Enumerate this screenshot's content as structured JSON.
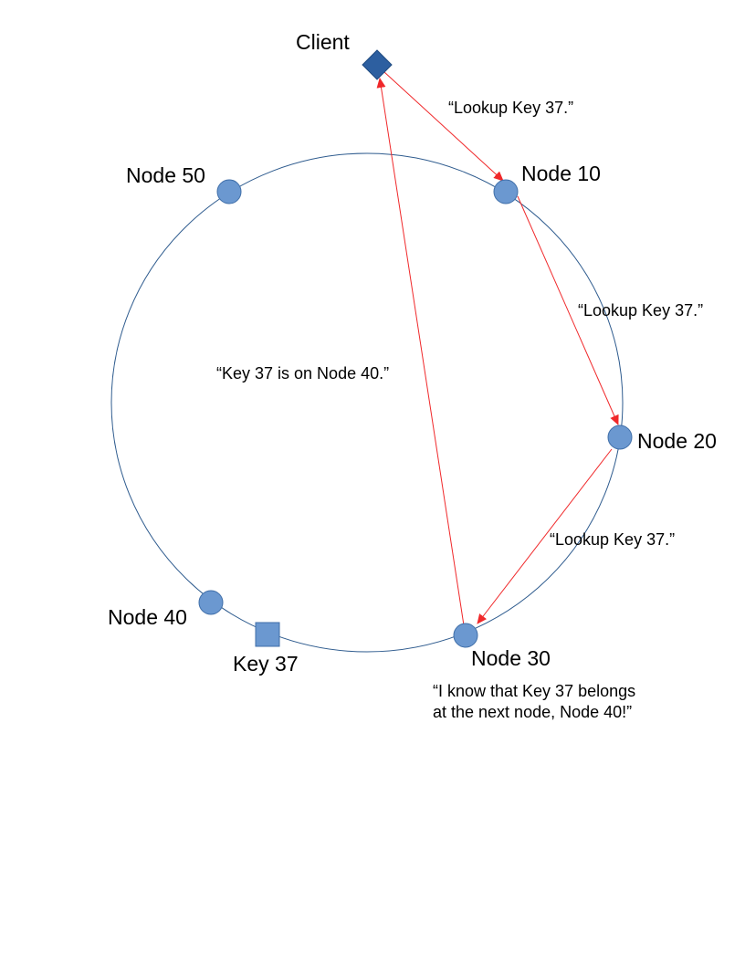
{
  "diagram": {
    "colors": {
      "ring": "#2e5b8e",
      "node_fill": "#6b98d0",
      "node_stroke": "#3f6ea8",
      "client_fill": "#2d5fa0",
      "arrow": "#f0282a"
    },
    "client": {
      "label": "Client",
      "shape": "diamond"
    },
    "nodes": [
      {
        "id": "node-10",
        "label": "Node 10"
      },
      {
        "id": "node-20",
        "label": "Node 20"
      },
      {
        "id": "node-30",
        "label": "Node 30"
      },
      {
        "id": "node-40",
        "label": "Node 40"
      },
      {
        "id": "node-50",
        "label": "Node 50"
      }
    ],
    "key": {
      "label": "Key 37",
      "shape": "square"
    },
    "messages": [
      {
        "from": "client",
        "to": "node-10",
        "text": "“Lookup Key 37.”"
      },
      {
        "from": "node-10",
        "to": "node-20",
        "text": "“Lookup Key 37.”"
      },
      {
        "from": "node-20",
        "to": "node-30",
        "text": "“Lookup Key 37.”"
      },
      {
        "from": "node-30",
        "to": "client",
        "text": "“Key 37 is on Node 40.”"
      }
    ],
    "note": {
      "lines": [
        "“I know that Key 37 belongs",
        "at the next node, Node 40!”"
      ]
    }
  }
}
